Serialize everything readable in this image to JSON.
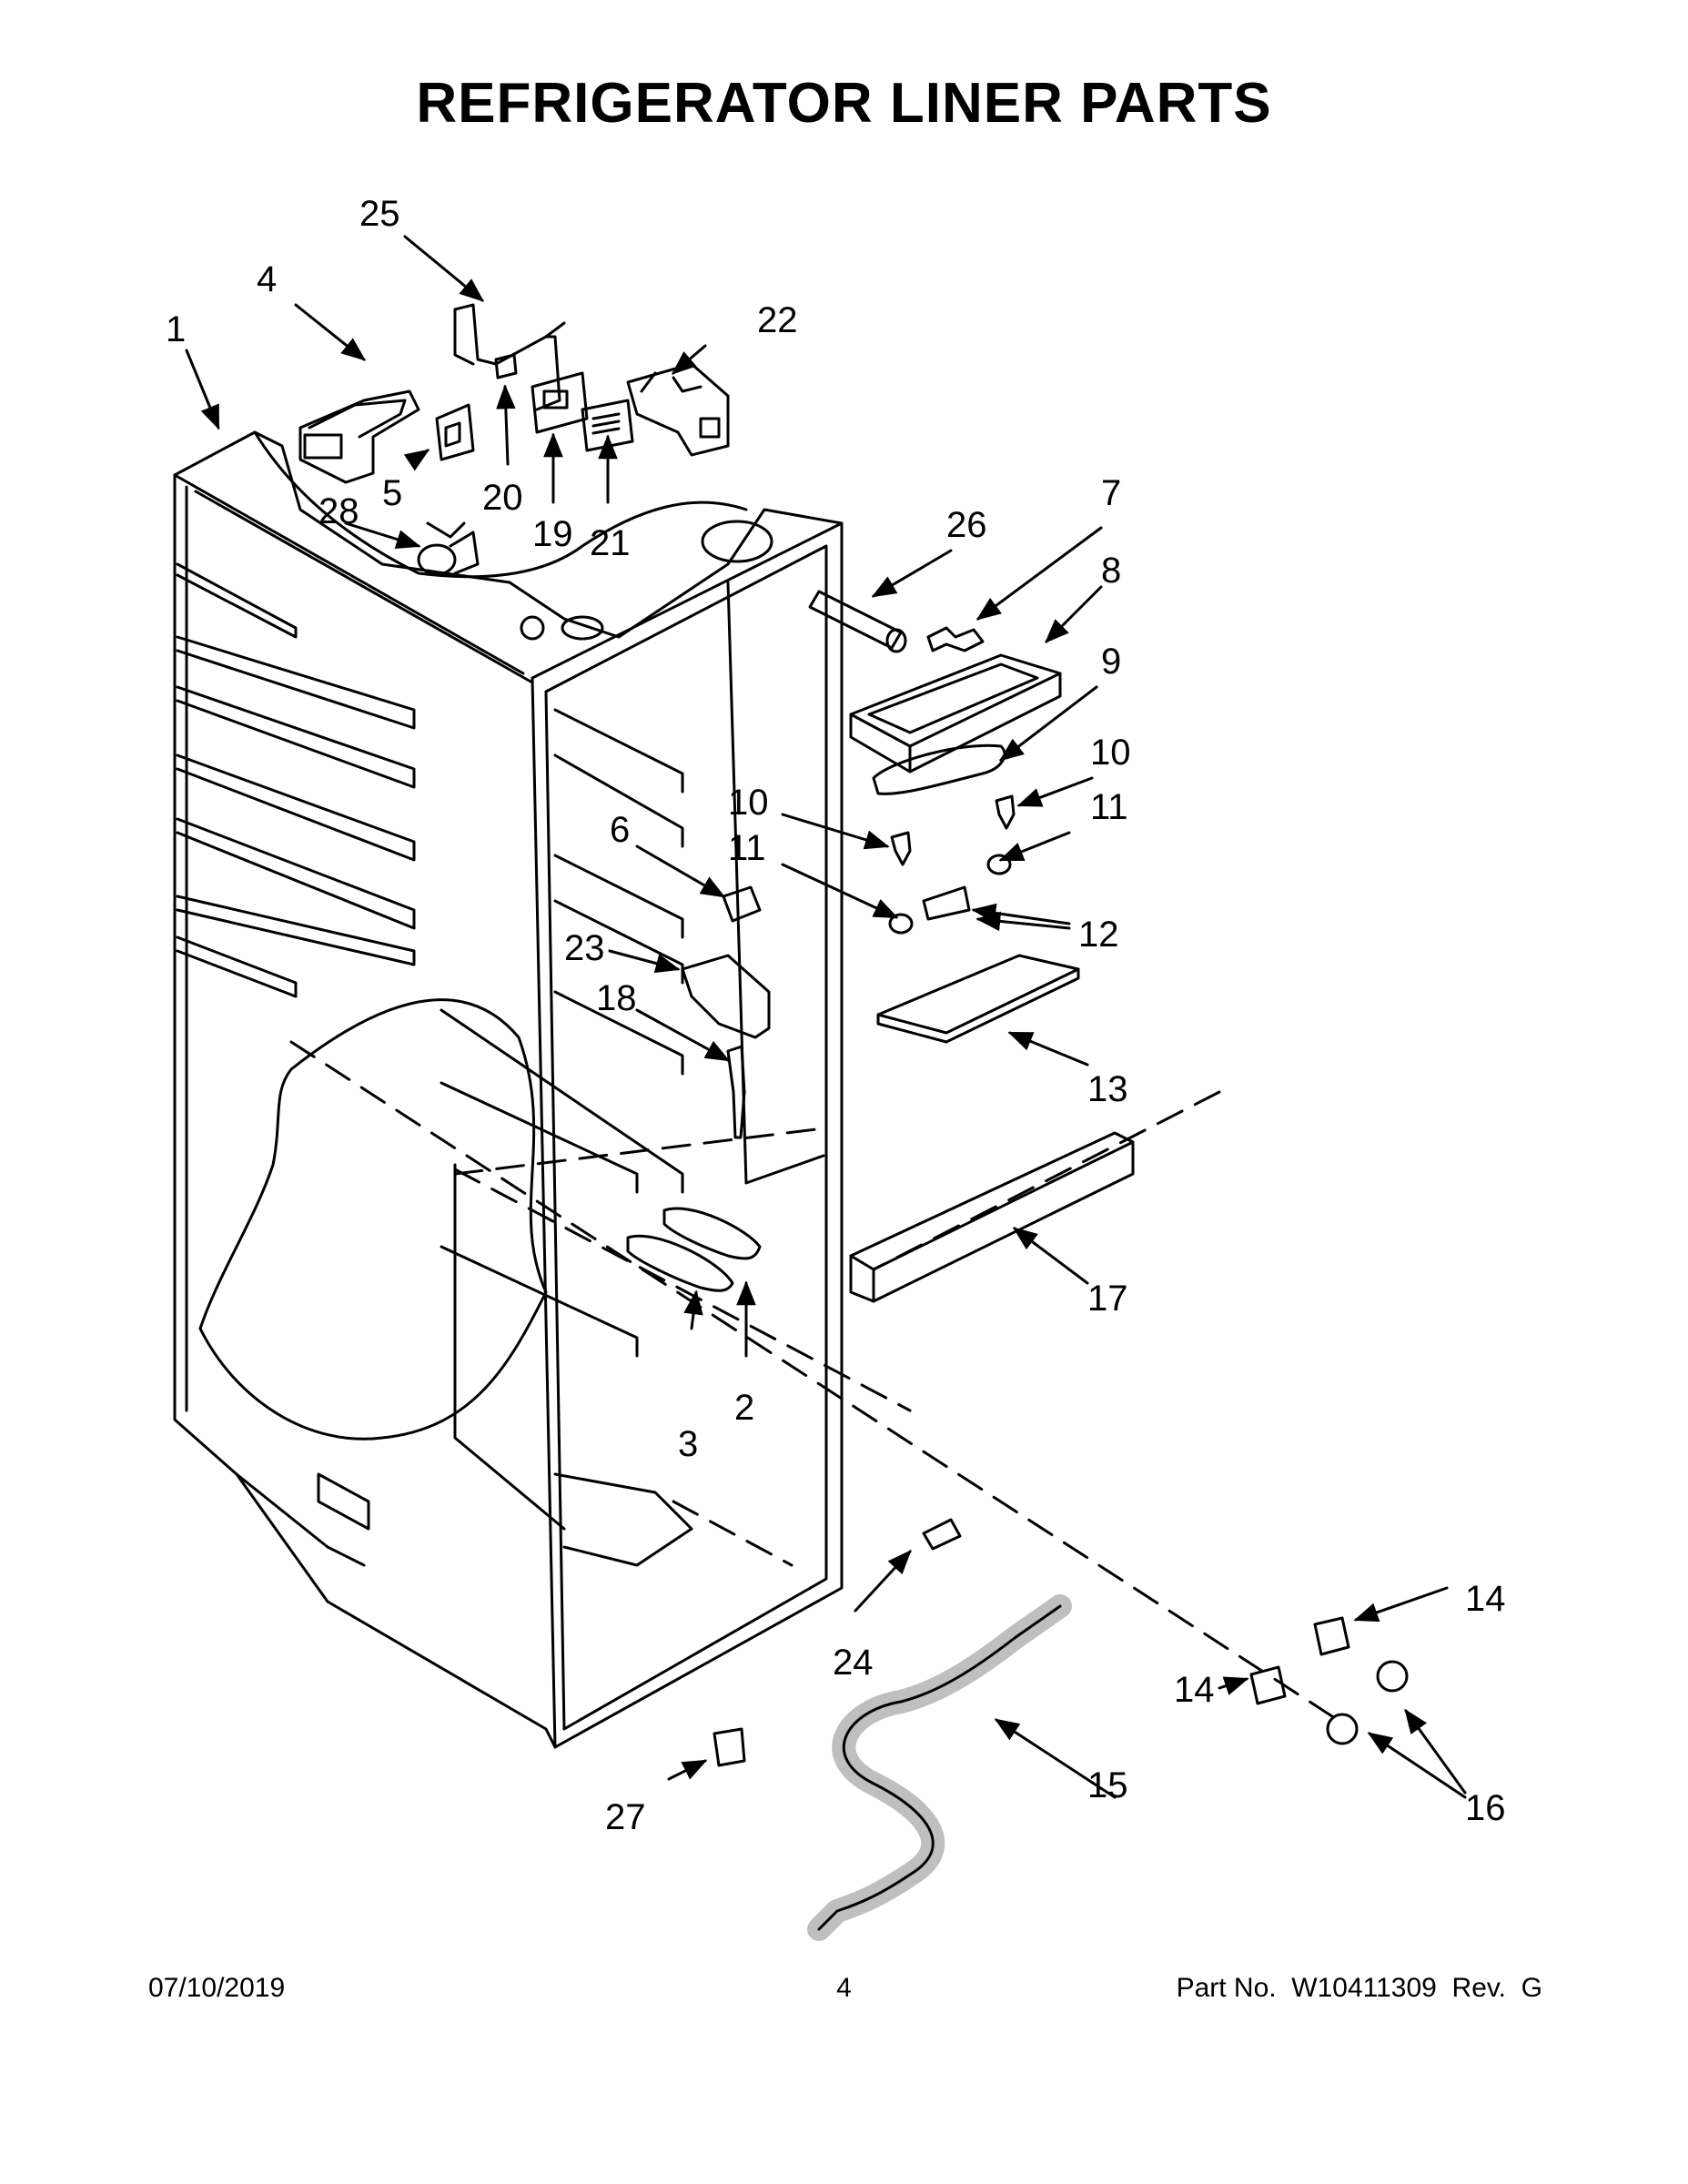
{
  "title": "REFRIGERATOR LINER PARTS",
  "callouts": {
    "c1": "1",
    "c2": "2",
    "c3": "3",
    "c4": "4",
    "c5": "5",
    "c6": "6",
    "c7": "7",
    "c8": "8",
    "c9": "9",
    "c10a": "10",
    "c10b": "10",
    "c11a": "11",
    "c11b": "11",
    "c12": "12",
    "c13": "13",
    "c14a": "14",
    "c14b": "14",
    "c15": "15",
    "c16": "16",
    "c17": "17",
    "c18": "18",
    "c19": "19",
    "c20": "20",
    "c21": "21",
    "c22": "22",
    "c23": "23",
    "c24": "24",
    "c25": "25",
    "c26": "26",
    "c27": "27",
    "c28": "28"
  },
  "footer": {
    "date": "07/10/2019",
    "page": "4",
    "part": "Part No.  W10411309  Rev.  G"
  }
}
